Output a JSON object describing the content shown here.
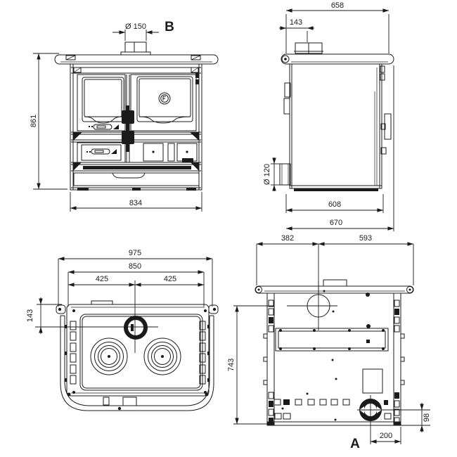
{
  "drawing": {
    "colors": {
      "line": "#1b1b1b",
      "background": "#ffffff"
    },
    "views": {
      "front": {
        "section_label": "B",
        "dim_flue_diameter": "Ø 150",
        "dim_height": "861",
        "dim_width": "834"
      },
      "side": {
        "dim_depth_top": "658",
        "dim_flue_offset": "143",
        "dim_outlet_diameter": "Ø 120",
        "dim_body_depth": "608",
        "dim_total_depth": "670"
      },
      "top": {
        "dim_total_width": "975",
        "dim_cooktop_width": "850",
        "dim_left_half": "425",
        "dim_right_half": "425",
        "dim_flue_offset": "143"
      },
      "rear": {
        "section_label": "A",
        "dim_flue_left": "382",
        "dim_flue_right": "593",
        "dim_height": "743",
        "dim_outlet_height": "98",
        "dim_outlet_offset": "200"
      }
    }
  }
}
